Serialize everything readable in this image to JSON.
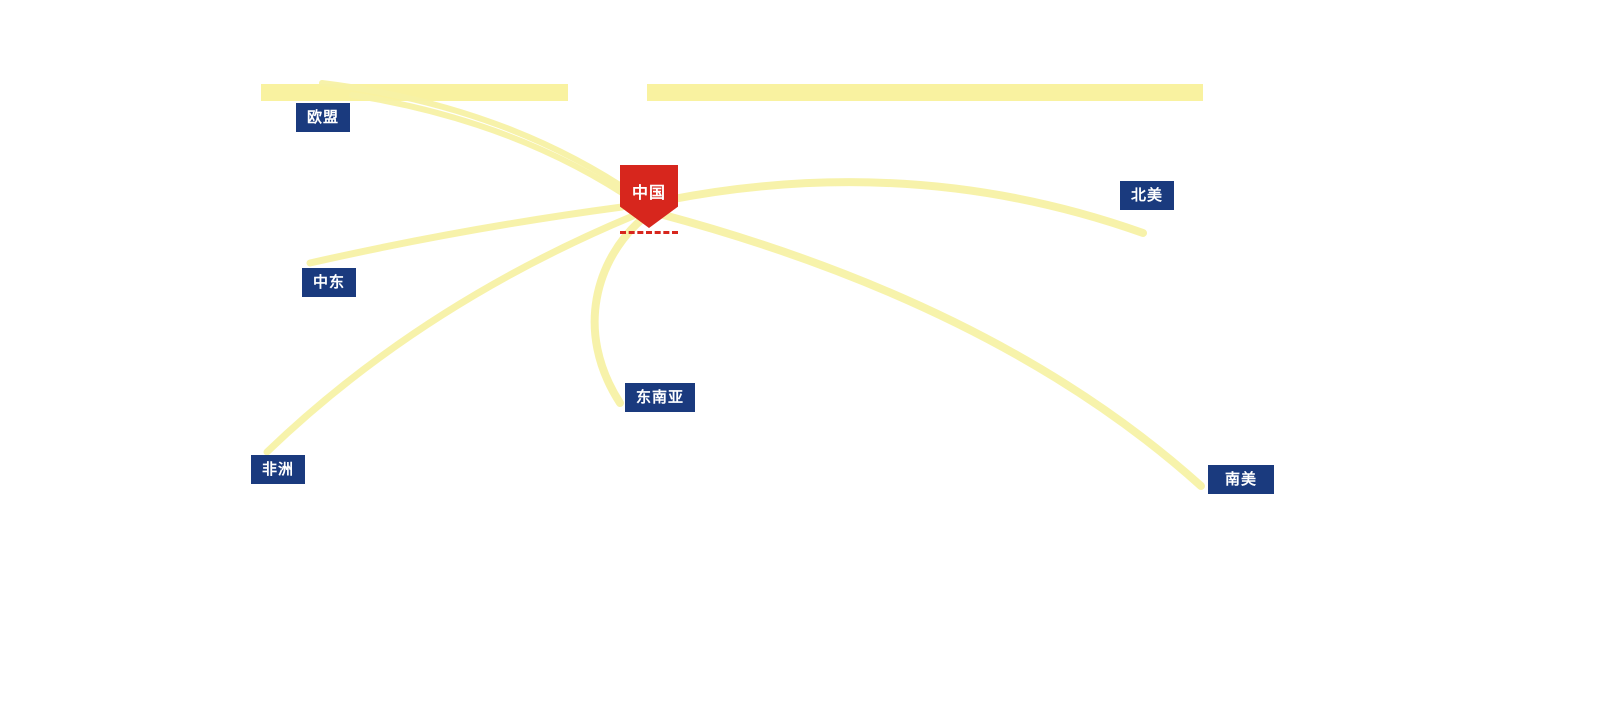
{
  "colors": {
    "route": "#f7f2a6",
    "bar": "#f9f2a0",
    "label_bg": "#1a3a7e",
    "label_text": "#ffffff",
    "center_bg": "#d7261d",
    "center_text": "#ffffff"
  },
  "center": {
    "label": "中国"
  },
  "regions": [
    {
      "id": "eu",
      "label": "欧盟"
    },
    {
      "id": "middle-east",
      "label": "中东"
    },
    {
      "id": "africa",
      "label": "非洲"
    },
    {
      "id": "southeast-asia",
      "label": "东南亚"
    },
    {
      "id": "north-america",
      "label": "北美"
    },
    {
      "id": "south-america",
      "label": "南美"
    }
  ]
}
